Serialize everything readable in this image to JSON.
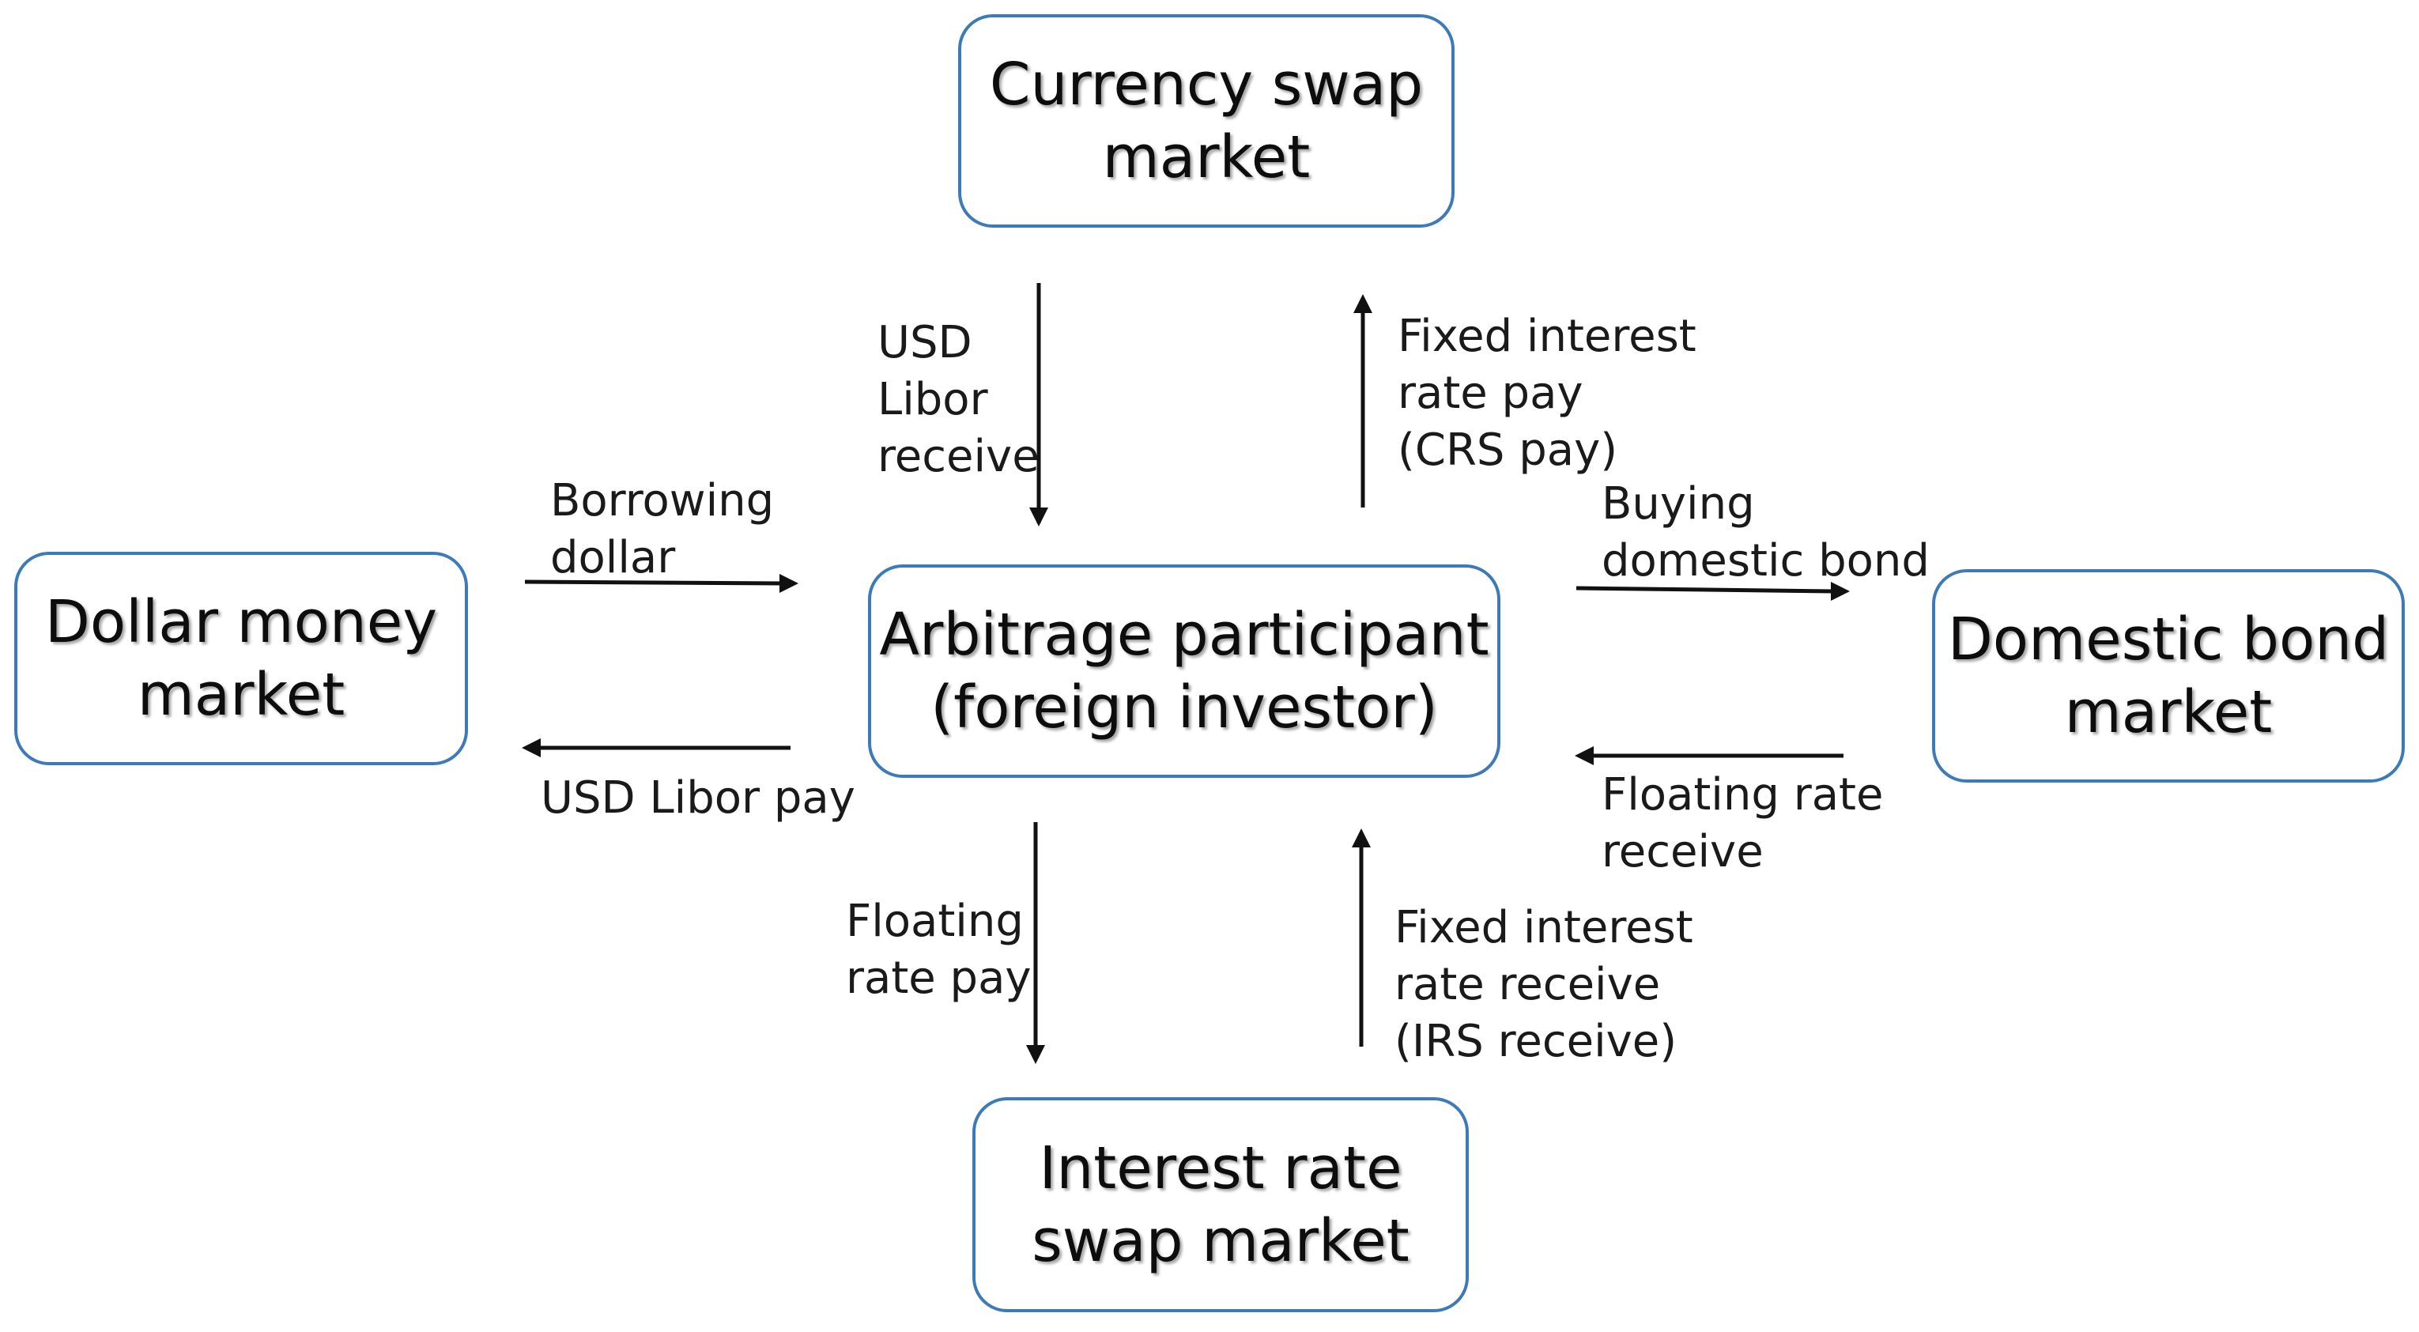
{
  "colors": {
    "box_border": "#3d7ab8",
    "arrow": "#111111"
  },
  "nodes": {
    "currency_swap": "Currency swap\nmarket",
    "dollar_money": "Dollar money\nmarket",
    "arbitrage": "Arbitrage participant\n(foreign investor)",
    "domestic_bond": "Domestic bond\nmarket",
    "interest_rate_swap": "Interest rate\nswap market"
  },
  "edges": {
    "usd_libor_receive": "USD\nLibor\nreceive",
    "fixed_interest_rate_pay": "Fixed interest\nrate pay\n(CRS pay)",
    "borrowing_dollar": "Borrowing\ndollar",
    "usd_libor_pay": "USD Libor pay",
    "buying_domestic_bond": "Buying\ndomestic bond",
    "floating_rate_receive": "Floating rate\nreceive",
    "floating_rate_pay": "Floating\nrate pay",
    "fixed_interest_rate_receive": "Fixed interest\nrate receive\n(IRS receive)"
  }
}
